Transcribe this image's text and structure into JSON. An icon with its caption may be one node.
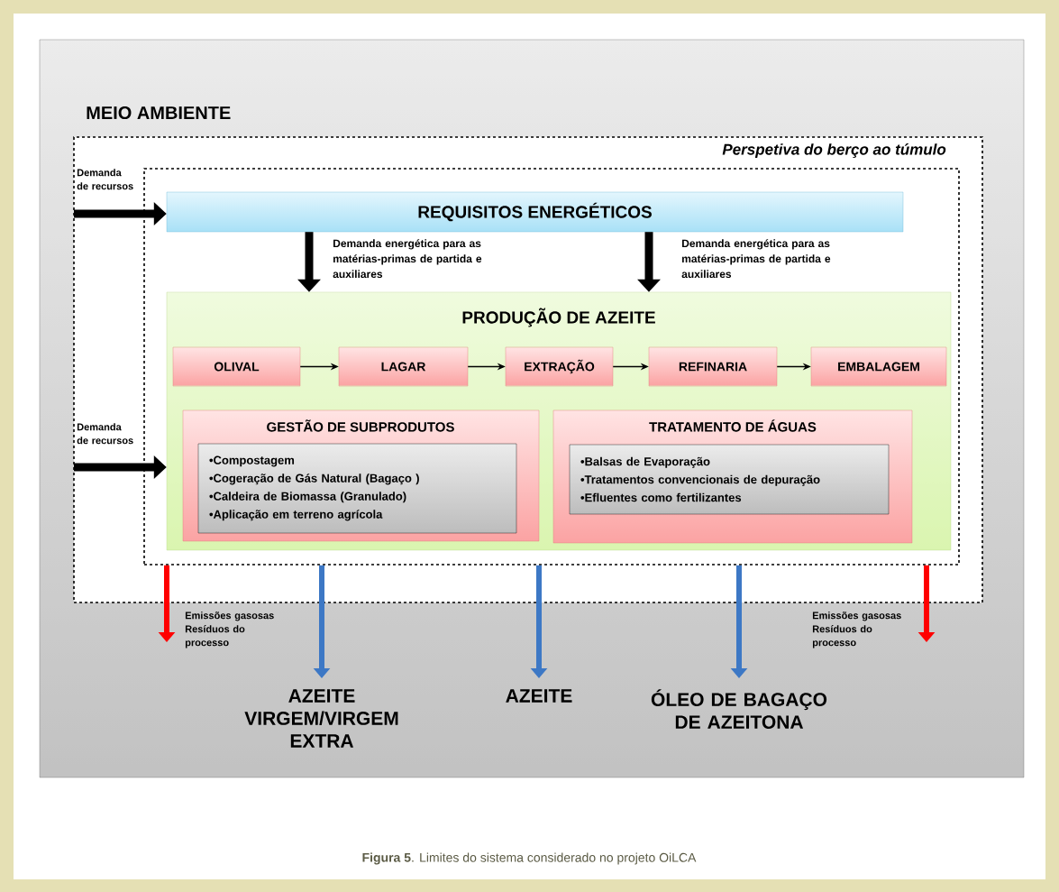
{
  "diagram": {
    "caption": "**Figura 5**. Limites do sistema considerado no projeto OiLCA",
    "nodes": [
      {
        "text": [
          "MEIO AMBIENTE"
        ]
      },
      {
        "text": [
          "Perspetiva do berço ao túmulo"
        ],
        "in": 0
      },
      {
        "text": [],
        "shape": "box",
        "in": 1
      },
      {
        "text": [
          "REQUISITOS ENERGÉTICOS"
        ],
        "in": 2
      },
      {
        "text": [
          "PRODUÇÃO DE AZEITE"
        ],
        "in": 2
      },
      {
        "text": [
          "OLIVAL"
        ],
        "in": 4
      },
      {
        "text": [
          "LAGAR"
        ],
        "in": 4
      },
      {
        "text": [
          "EXTRAÇÃO"
        ],
        "in": 4
      },
      {
        "text": [
          "REFINARIA"
        ],
        "in": 4
      },
      {
        "text": [
          "EMBALAGEM"
        ],
        "in": 4
      },
      {
        "text": [
          "GESTÃO DE SUBPRODUTOS"
        ],
        "in": 4
      },
      {
        "text": [
          "•Compostagem",
          "•Cogeração de Gás Natural (Bagaço )",
          "•Caldeira de Biomassa (Granulado)",
          "•Aplicação em terreno agrícola"
        ],
        "in": 10
      },
      {
        "text": [
          "TRATAMENTO DE ÁGUAS"
        ],
        "in": 4
      },
      {
        "text": [
          "•Balsas de Evaporação",
          "•Tratamentos convencionais de depuração",
          "•Efluentes como fertilizantes"
        ],
        "in": 12
      },
      {
        "text": [
          "AZEITE VIRGEM/VIRGEM EXTRA"
        ],
        "in": 0
      },
      {
        "text": [
          "AZEITE"
        ],
        "in": 0
      },
      {
        "text": [
          "ÓLEO DE BAGAÇO DE AZEITONA"
        ],
        "in": 0
      }
    ],
    "edges": [
      {
        "from": null,
        "to": 3,
        "arrow": "to",
        "label": "Demanda de recursos"
      },
      {
        "from": null,
        "to": 4,
        "arrow": "to",
        "label": "Demanda de recursos"
      },
      {
        "from": 3,
        "to": 4,
        "arrow": "to",
        "label": "Demanda energética para as matérias-primas de partida e auxiliares"
      },
      {
        "from": 3,
        "to": 4,
        "arrow": "to",
        "label": "Demanda energética para as matérias-primas de partida e auxiliares"
      },
      {
        "from": 5,
        "to": 6,
        "arrow": "to"
      },
      {
        "from": 6,
        "to": 7,
        "arrow": "to"
      },
      {
        "from": 7,
        "to": 8,
        "arrow": "to"
      },
      {
        "from": 8,
        "to": 9,
        "arrow": "to"
      },
      {
        "from": 2,
        "to": null,
        "arrow": "to",
        "color": "#ff0000",
        "label": "Emissões gasosas Resíduos do processo"
      },
      {
        "from": 2,
        "to": 14,
        "arrow": "to",
        "color": "#3d78c5"
      },
      {
        "from": 2,
        "to": 15,
        "arrow": "to",
        "color": "#3d78c5"
      },
      {
        "from": 2,
        "to": 16,
        "arrow": "to",
        "color": "#3d78c5"
      },
      {
        "from": 2,
        "to": null,
        "arrow": "to",
        "color": "#ff0000",
        "label": "Emissões gasosas Resíduos do processo"
      }
    ]
  }
}
